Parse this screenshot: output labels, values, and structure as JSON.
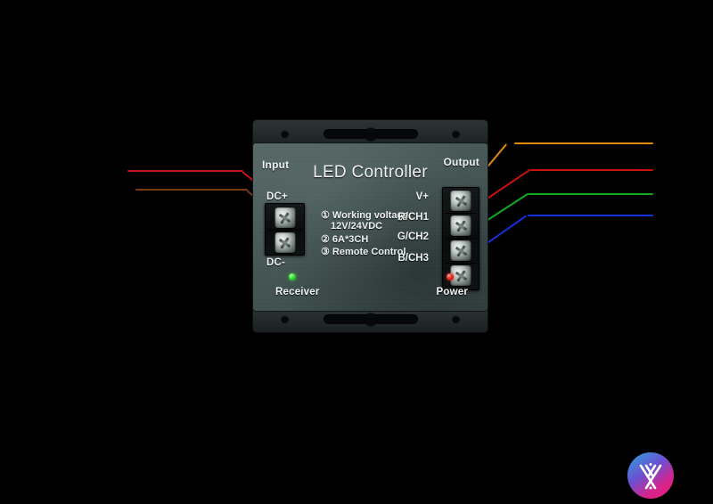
{
  "scene": {
    "background_color": "#000000",
    "device_name": "led-controller-module"
  },
  "device": {
    "title": "LED Controller",
    "body_color": "#475856",
    "input_section": {
      "label": "Input",
      "terminals": [
        {
          "label": "DC+",
          "name": "dc-plus"
        },
        {
          "label": "DC-",
          "name": "dc-minus"
        }
      ]
    },
    "output_section": {
      "label": "Output",
      "terminals": [
        {
          "label": "V+",
          "name": "v-plus"
        },
        {
          "label": "R/CH1",
          "name": "r-ch1"
        },
        {
          "label": "G/CH2",
          "name": "g-ch2"
        },
        {
          "label": "B/CH3",
          "name": "b-ch3"
        }
      ]
    },
    "specs": [
      "① Working voltage:",
      "12V/24VDC",
      "② 6A*3CH",
      "③ Remote Control"
    ],
    "indicators": [
      {
        "label": "Receiver",
        "color": "#3ce23a",
        "name": "receiver-led"
      },
      {
        "label": "Power",
        "color": "#ef2b22",
        "name": "power-led"
      }
    ]
  },
  "wires": {
    "input": [
      {
        "name": "input-wire-positive",
        "color": "#cc1111"
      },
      {
        "name": "input-wire-negative",
        "color": "#7a3a14"
      }
    ],
    "output": [
      {
        "name": "output-wire-vplus",
        "color": "#e08a14"
      },
      {
        "name": "output-wire-red",
        "color": "#cc1111"
      },
      {
        "name": "output-wire-green",
        "color": "#11aa22"
      },
      {
        "name": "output-wire-blue",
        "color": "#1530dd"
      }
    ]
  },
  "logo": {
    "name": "brand-logo",
    "gradient_start": "#2aa8e0",
    "gradient_end": "#e91e76",
    "mark_color": "#ffffff"
  }
}
